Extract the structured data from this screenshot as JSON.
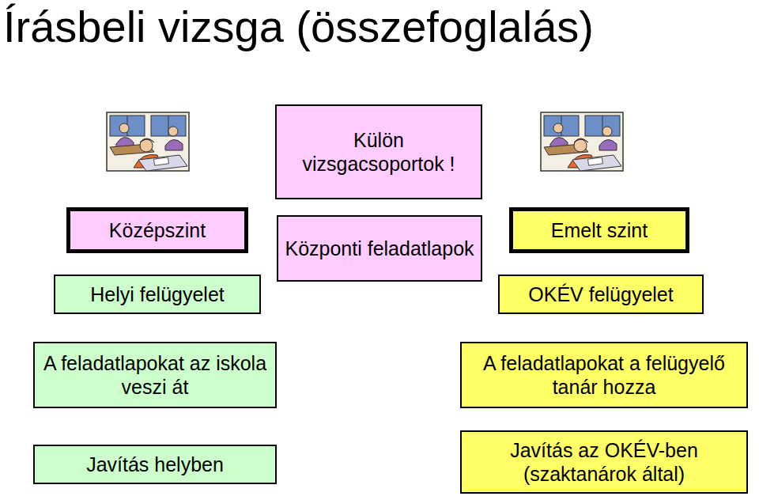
{
  "diagram": {
    "title": "Írásbeli vizsga (összefoglalás)",
    "nodes": [
      {
        "text": [
          "Külön vizsgacsoportok !"
        ]
      },
      {
        "text": [
          "Középszint"
        ]
      },
      {
        "text": [
          "Központi feladatlapok"
        ]
      },
      {
        "text": [
          "Emelt szint"
        ]
      },
      {
        "text": [
          "Helyi felügyelet"
        ]
      },
      {
        "text": [
          "OKÉV felügyelet"
        ]
      },
      {
        "text": [
          "A feladatlapokat az iskola veszi át"
        ]
      },
      {
        "text": [
          "A feladatlapokat a felügyelő tanár hozza"
        ]
      },
      {
        "text": [
          "Javítás helyben"
        ]
      },
      {
        "text": [
          "Javítás az OKÉV-ben (szaktanárok által)"
        ]
      }
    ]
  }
}
